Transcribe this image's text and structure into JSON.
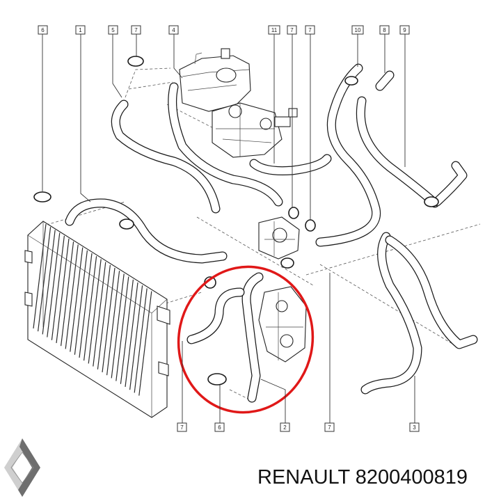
{
  "callouts": [
    {
      "id": "c6a",
      "label": "6"
    },
    {
      "id": "c1",
      "label": "1"
    },
    {
      "id": "c5",
      "label": "5"
    },
    {
      "id": "c7a",
      "label": "7"
    },
    {
      "id": "c4",
      "label": "4"
    },
    {
      "id": "c11",
      "label": "11"
    },
    {
      "id": "c7b",
      "label": "7"
    },
    {
      "id": "c7c",
      "label": "7"
    },
    {
      "id": "c10",
      "label": "10"
    },
    {
      "id": "c8",
      "label": "8"
    },
    {
      "id": "c9",
      "label": "9"
    },
    {
      "id": "c7d",
      "label": "7"
    },
    {
      "id": "c6b",
      "label": "6"
    },
    {
      "id": "c2",
      "label": "2"
    },
    {
      "id": "c7e",
      "label": "7"
    },
    {
      "id": "c3",
      "label": "3"
    }
  ],
  "caption": {
    "brand": "RENAULT",
    "part_number": "8200400819"
  },
  "colors": {
    "highlight": "#e01818",
    "line": "#1a1a1a",
    "logo_light": "#cfcfcf",
    "logo_dark": "#6e6e6e"
  },
  "icons": {
    "logo": "renault-diamond-logo"
  }
}
